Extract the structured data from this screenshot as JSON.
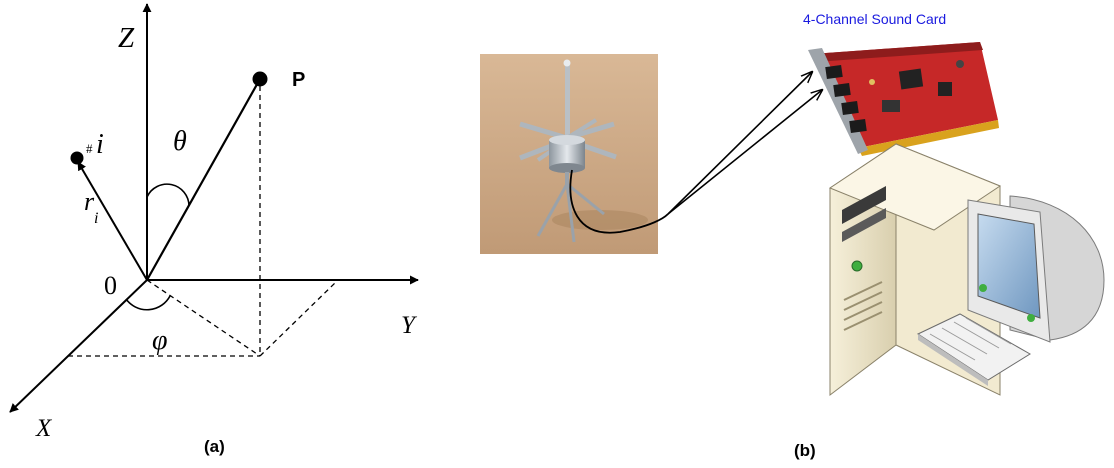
{
  "panel_a": {
    "axes": {
      "z": "Z",
      "y": "Y",
      "x": "X",
      "origin": "0"
    },
    "point_label": "P",
    "angle_theta": "θ",
    "angle_phi": "φ",
    "mic_hash": "#",
    "mic_index": "i",
    "radius_r": "r",
    "radius_sub": "i",
    "caption": "(a)"
  },
  "panel_b": {
    "sound_card_label": "4-Channel Sound Card",
    "caption": "(b)",
    "colors": {
      "sound_card_label": "#1a1adf",
      "pcb_red": "#c62828",
      "pc_beige": "#efe6c8",
      "monitor_screen": "#8fb4d6",
      "led_green": "#3fae3f",
      "photo_bg": "#cda986"
    }
  }
}
